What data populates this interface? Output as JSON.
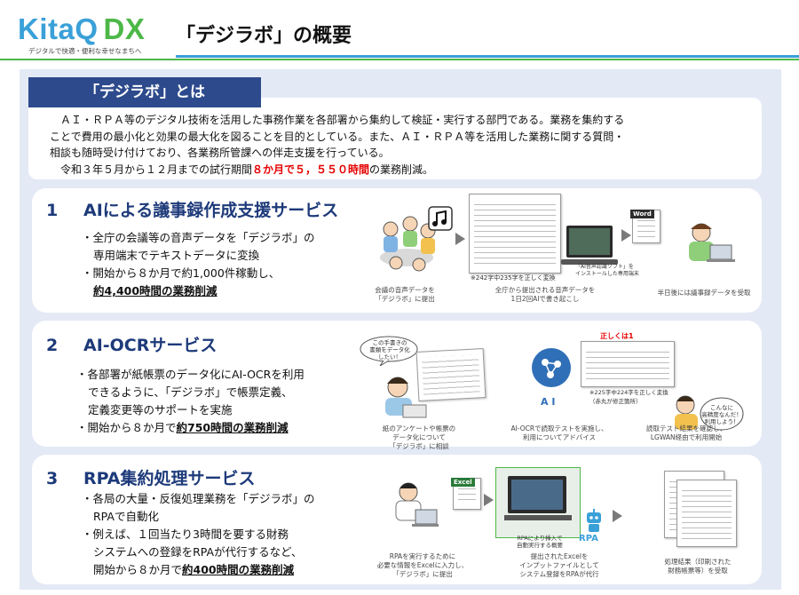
{
  "header": {
    "logo_main": "KitaQ",
    "logo_dx": "DX",
    "logo_tagline": "デジタルで快適・便利な幸せなまちへ",
    "page_title": "「デジラボ」の概要"
  },
  "about": {
    "tab_label": "「デジラボ」とは",
    "line1": "ＡＩ・ＲＰＡ等のデジタル技術を活用した事務作業を各部署から集約して検証・実行する部門である。業務を集約する",
    "line2": "ことで費用の最小化と効果の最大化を図ることを目的としている。また、ＡＩ・ＲＰＡ等を活用した業務に関する質問・",
    "line3": "相談も随時受け付けており、各業務所管課への伴走支援を行っている。",
    "line4_a": "令和３年５月から１２月までの試行期間",
    "line4_red": "８か月で５，５５０時間",
    "line4_b": "の業務削減。"
  },
  "sections": [
    {
      "num": "1",
      "title": "AIによる議事録作成支援サービス",
      "b1": "・全庁の会議等の音声データを「デジラボ」の",
      "b1b": "専用端末でテキストデータに変換",
      "b2": "・開始から８か月で約1,000件稼動し、",
      "b2b": "約4,400時間の業務削減",
      "cap1a": "会議の音声データを",
      "cap1b": "「デジラボ」に提出",
      "cap2a": "全庁から提出される音声データを",
      "cap2b": "1日2回AIで書き起こし",
      "cap3": "半日後には議事録データを受取",
      "note": "※242字中235字を正しく変換",
      "screen_a": "「AI音声認識ソフト」を",
      "screen_b": "インストールした専用端末",
      "word_tag": "Word"
    },
    {
      "num": "2",
      "title": "AI-OCRサービス",
      "b1": "・各部署が紙帳票のデータ化にAI-OCRを利用",
      "b1b": "できるように、「デジラボ」で帳票定義、",
      "b1c": "定義変更等のサポートを実施",
      "b2": "・開始から８か月で",
      "b2u": "約750時間の業務削減",
      "bubble1a": "この手書きの",
      "bubble1b": "書類をデータ化",
      "bubble1c": "したい！",
      "ai_label": "A I",
      "correct": "正しくは1",
      "note_a": "※225字中224字を正しく変換",
      "note_b": "（赤丸が修正箇所）",
      "bubble2a": "こんなに",
      "bubble2b": "高精度なんだ！",
      "bubble2c": "利用しよう！",
      "cap1a": "紙のアンケートや帳票の",
      "cap1b": "データ化について",
      "cap1c": "「デジラボ」に相談",
      "cap2a": "AI-OCRで読取テストを実施し、",
      "cap2b": "利用についてアドバイス",
      "cap3a": "読取テスト結果を確認し、",
      "cap3b": "LGWAN経由で利用開始"
    },
    {
      "num": "3",
      "title": "RPA集約処理サービス",
      "b1": "・各局の大量・反復処理業務を「デジラボ」の",
      "b1b": "RPAで自動化",
      "b2": "・例えば、１回当たり3時間を要する財務",
      "b2b": "システムへの登録をRPAが代行するなど、",
      "b2c": "開始から８か月で",
      "b2u": "約400時間の業務削減",
      "excel_tag": "Excel",
      "screen_a": "RPAにより挿入で",
      "screen_b": "自動実行する概要",
      "rpa_label": "RPA",
      "cap1a": "RPAを実行するために",
      "cap1b": "必要な情報をExcelに入力し、",
      "cap1c": "「デジラボ」に提出",
      "cap2a": "提出されたExcelを",
      "cap2b": "インプットファイルとして",
      "cap2c": "システム登録をRPAが代行",
      "cap3a": "処理結果（印刷された",
      "cap3b": "財務帳票等）を受取"
    }
  ]
}
